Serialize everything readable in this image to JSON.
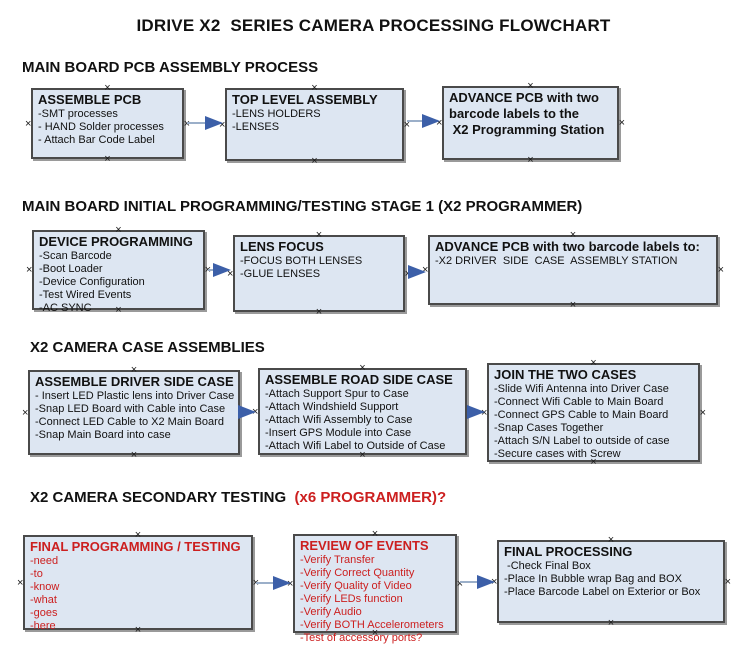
{
  "title": "IDRIVE X2  SERIES CAMERA PROCESSING FLOWCHART",
  "colors": {
    "box_fill": "#dde6f2",
    "box_border": "#4a4a4a",
    "red_text": "#cc1f1f",
    "arrow_line": "#9bafc9",
    "arrow_head": "#3c5fa8"
  },
  "icons": {
    "connector_handle": "×"
  },
  "sections": [
    {
      "heading": "MAIN BOARD PCB ASSEMBLY PROCESS",
      "heading_suffix": "",
      "boxes": [
        {
          "title": "ASSEMBLE PCB",
          "text_color": "black",
          "items": [
            "-SMT processes",
            "- HAND Solder processes",
            "- Attach Bar Code Label"
          ]
        },
        {
          "title": "TOP LEVEL ASSEMBLY",
          "text_color": "black",
          "items": [
            "-LENS HOLDERS",
            "-LENSES"
          ]
        },
        {
          "title": "ADVANCE PCB with two barcode labels to the\n X2 Programming Station",
          "text_color": "black",
          "items": []
        }
      ]
    },
    {
      "heading": "MAIN BOARD INITIAL PROGRAMMING/TESTING STAGE 1 (X2 PROGRAMMER)",
      "heading_suffix": "",
      "boxes": [
        {
          "title": "DEVICE PROGRAMMING",
          "text_color": "black",
          "items": [
            "-Scan Barcode",
            "-Boot Loader",
            "-Device Configuration",
            "-Test Wired Events",
            "-AC SYNC"
          ]
        },
        {
          "title": "LENS FOCUS",
          "text_color": "black",
          "items": [
            "-FOCUS BOTH LENSES",
            "-GLUE LENSES"
          ]
        },
        {
          "title": "ADVANCE PCB with two barcode labels to:",
          "text_color": "black",
          "items": [
            "-X2 DRIVER  SIDE  CASE  ASSEMBLY STATION"
          ]
        }
      ]
    },
    {
      "heading": "X2 CAMERA CASE ASSEMBLIES",
      "heading_suffix": "",
      "boxes": [
        {
          "title": "ASSEMBLE DRIVER SIDE CASE",
          "text_color": "black",
          "items": [
            "- Insert LED Plastic lens into Driver Case",
            "-Snap LED Board with Cable into Case",
            "-Connect LED Cable to X2 Main Board",
            "-Snap Main Board into case"
          ]
        },
        {
          "title": "ASSEMBLE ROAD SIDE CASE",
          "text_color": "black",
          "items": [
            "-Attach Support Spur to Case",
            "-Attach Windshield Support",
            "-Attach Wifi Assembly to Case",
            "-Insert GPS Module into Case",
            "-Attach Wifi Label to Outside of Case"
          ]
        },
        {
          "title": "JOIN THE TWO CASES",
          "text_color": "black",
          "items": [
            "-Slide Wifi Antenna into Driver Case",
            "-Connect Wifi Cable to Main Board",
            "-Connect GPS Cable to Main Board",
            "-Snap Cases Together",
            "-Attach S/N Label to outside of case",
            "-Secure cases with Screw"
          ]
        }
      ]
    },
    {
      "heading": "X2 CAMERA SECONDARY TESTING ",
      "heading_suffix": " (x6 PROGRAMMER)?",
      "boxes": [
        {
          "title": "FINAL PROGRAMMING / TESTING",
          "text_color": "red",
          "items": [
            "-need",
            "-to",
            "-know",
            "-what",
            "-goes",
            "-here"
          ]
        },
        {
          "title": "REVIEW OF EVENTS",
          "text_color": "red",
          "items": [
            "-Verify Transfer",
            "-Verify Correct Quantity",
            "-Verify Quality of Video",
            "-Verify LEDs function",
            "-Verify Audio",
            "-Verify BOTH Accelerometers",
            "-Test of accessory ports?"
          ]
        },
        {
          "title": "FINAL PROCESSING",
          "text_color": "black",
          "items": [
            " -Check Final Box",
            "-Place In Bubble wrap Bag and BOX",
            "-Place Barcode Label on Exterior or Box"
          ]
        }
      ]
    }
  ]
}
